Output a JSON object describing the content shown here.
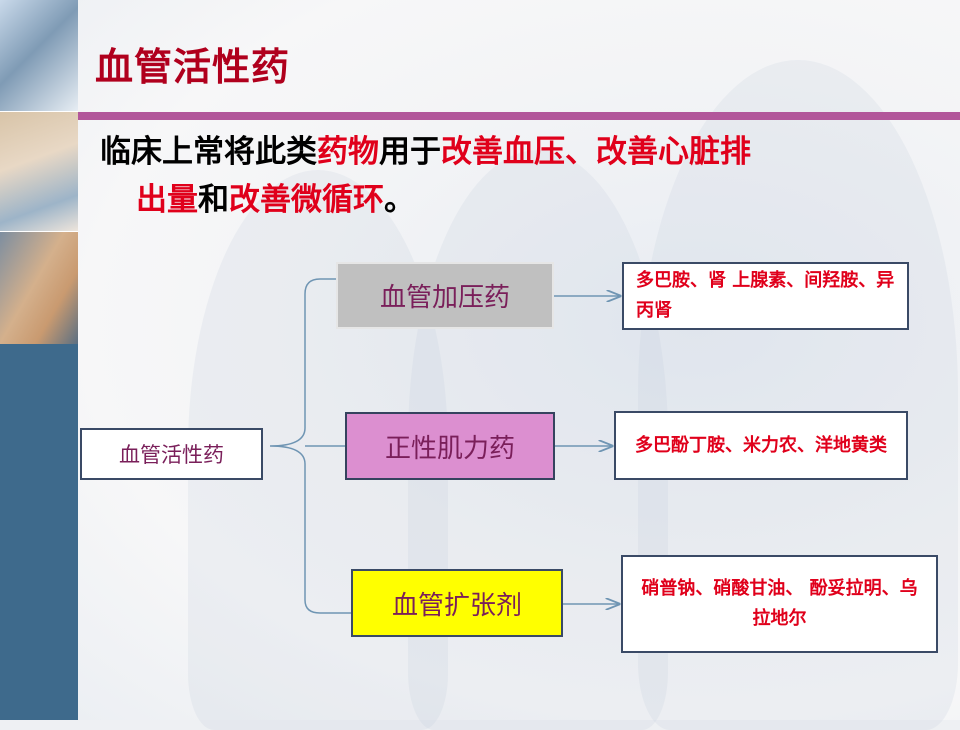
{
  "slide": {
    "title": "血管活性药"
  },
  "intro": {
    "seg1": "临床上常将此类",
    "seg2": "药物",
    "seg3": "用于",
    "seg4": "改善血压、改善心脏排",
    "seg5": "出量",
    "seg6": "和",
    "seg7": "改善微循环",
    "seg8": "。"
  },
  "diagram": {
    "root": "血管活性药",
    "categories": [
      {
        "label": "血管加压药",
        "drugs": "多巴胺、肾 上腺素、间羟胺、异丙肾"
      },
      {
        "label": "正性肌力药",
        "drugs": "多巴酚丁胺、米力农、洋地黄类"
      },
      {
        "label": "血管扩张剂",
        "drugs": "硝普钠、硝酸甘油、 酚妥拉明、乌拉地尔"
      }
    ]
  },
  "colors": {
    "title": "#b0001d",
    "highlight": "#e0001b",
    "title_bar": "#b2569a",
    "left_strip": "#3e6a8c",
    "vasopressor_fill": "#c0c0c0",
    "inotrope_fill": "#dc8fd0",
    "vasodilator_fill": "#ffff00"
  }
}
